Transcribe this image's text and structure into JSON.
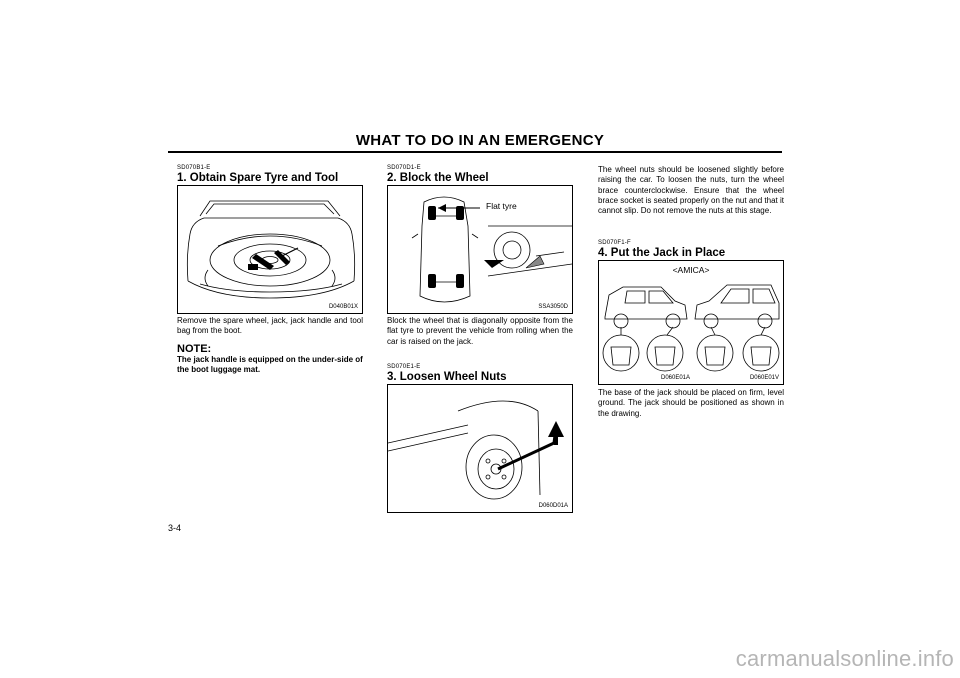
{
  "header": {
    "title": "WHAT TO DO IN AN EMERGENCY"
  },
  "col1": {
    "code": "SD070B1-E",
    "title": "1. Obtain Spare Tyre and Tool",
    "figure_code": "D040B01X",
    "text": "Remove the spare wheel, jack, jack handle and tool bag from the boot.",
    "note_label": "NOTE:",
    "note_text": "The jack handle is equipped on the under-side of the boot luggage mat."
  },
  "col2": {
    "section2": {
      "code": "SD070D1-E",
      "title": "2. Block the Wheel",
      "figure_label": "Flat tyre",
      "figure_code": "SSA3050D",
      "text": "Block the wheel that is diagonally opposite from the flat tyre to prevent the vehicle from rolling when the car is raised on the jack."
    },
    "section3": {
      "code": "SD070E1-E",
      "title": "3. Loosen Wheel Nuts",
      "figure_code": "D060D01A"
    }
  },
  "col3": {
    "text1": "The wheel nuts should be loosened slightly before raising the car. To loosen the nuts, turn the wheel brace counterclockwise. Ensure that the wheel brace socket is seated properly on the nut and that it cannot slip. Do not remove the nuts at this stage.",
    "section4": {
      "code": "SD070F1-F",
      "title": "4. Put the Jack in Place",
      "figure_label": "<AMICA>",
      "figure_code_left": "D060E01A",
      "figure_code_right": "D060E01V",
      "text": "The base of the jack should be placed on firm, level ground. The jack should be positioned as shown in the drawing."
    }
  },
  "footer": {
    "page_number": "3-4",
    "watermark": "carmanualsonline.info"
  }
}
